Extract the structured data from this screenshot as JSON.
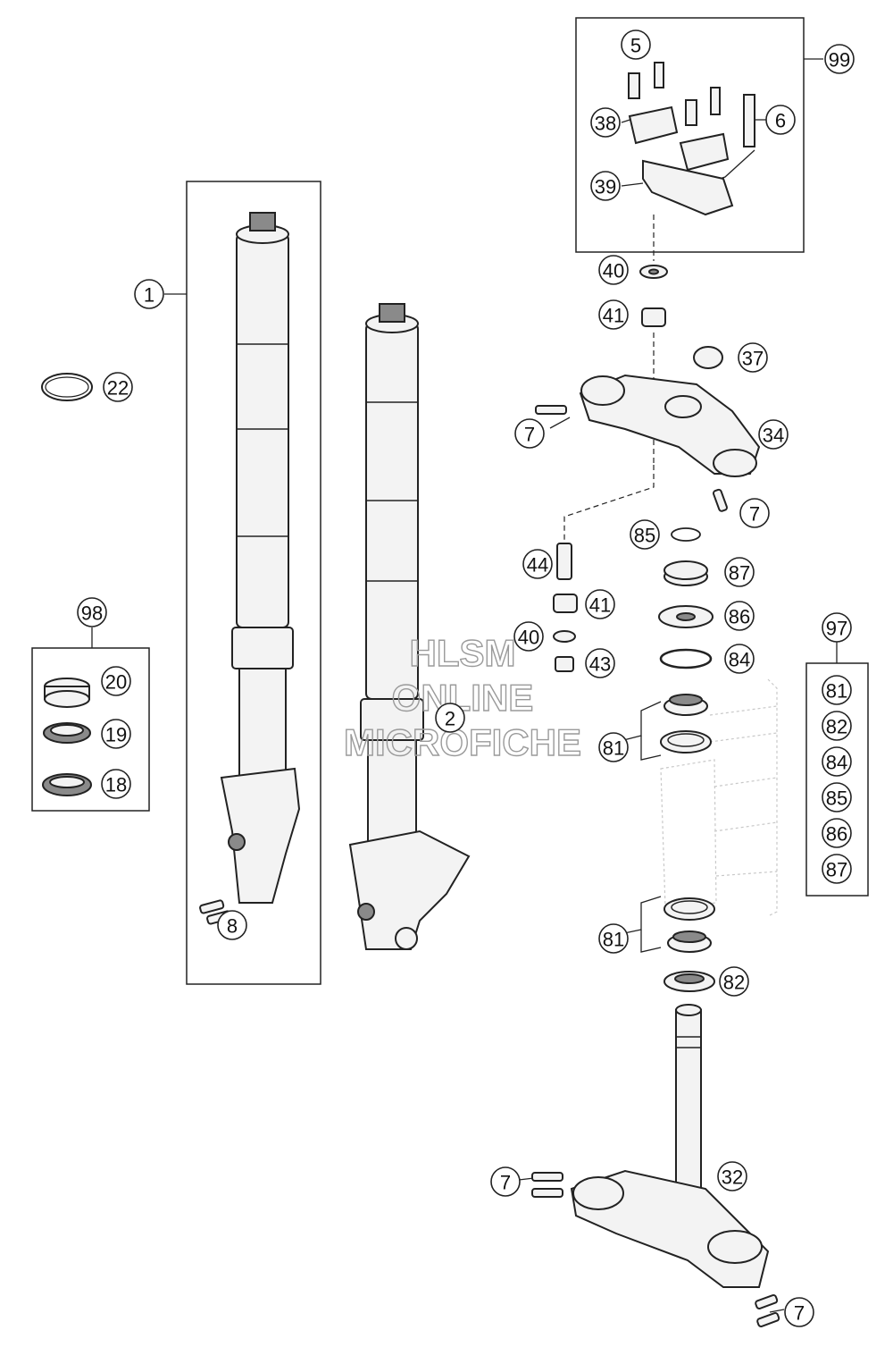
{
  "watermark": [
    "HLSM",
    "ONLINE",
    "MICROFICHE"
  ],
  "callouts": [
    {
      "id": "c-1",
      "label": "1"
    },
    {
      "id": "c-2",
      "label": "2"
    },
    {
      "id": "c-22",
      "label": "22"
    },
    {
      "id": "c-98",
      "label": "98"
    },
    {
      "id": "c-20",
      "label": "20"
    },
    {
      "id": "c-19",
      "label": "19"
    },
    {
      "id": "c-18",
      "label": "18"
    },
    {
      "id": "c-8",
      "label": "8"
    },
    {
      "id": "c-99",
      "label": "99"
    },
    {
      "id": "c-5",
      "label": "5"
    },
    {
      "id": "c-38",
      "label": "38"
    },
    {
      "id": "c-6",
      "label": "6"
    },
    {
      "id": "c-39",
      "label": "39"
    },
    {
      "id": "c-40a",
      "label": "40"
    },
    {
      "id": "c-41a",
      "label": "41"
    },
    {
      "id": "c-37",
      "label": "37"
    },
    {
      "id": "c-7a",
      "label": "7"
    },
    {
      "id": "c-34",
      "label": "34"
    },
    {
      "id": "c-7b",
      "label": "7"
    },
    {
      "id": "c-85",
      "label": "85"
    },
    {
      "id": "c-44",
      "label": "44"
    },
    {
      "id": "c-87",
      "label": "87"
    },
    {
      "id": "c-41b",
      "label": "41"
    },
    {
      "id": "c-86",
      "label": "86"
    },
    {
      "id": "c-40b",
      "label": "40"
    },
    {
      "id": "c-43",
      "label": "43"
    },
    {
      "id": "c-84",
      "label": "84"
    },
    {
      "id": "c-81a",
      "label": "81"
    },
    {
      "id": "c-81b",
      "label": "81"
    },
    {
      "id": "c-82",
      "label": "82"
    },
    {
      "id": "c-32",
      "label": "32"
    },
    {
      "id": "c-7c",
      "label": "7"
    },
    {
      "id": "c-7d",
      "label": "7"
    },
    {
      "id": "c-97",
      "label": "97"
    },
    {
      "id": "c-k81",
      "label": "81"
    },
    {
      "id": "c-k82",
      "label": "82"
    },
    {
      "id": "c-k84",
      "label": "84"
    },
    {
      "id": "c-k85",
      "label": "85"
    },
    {
      "id": "c-k86",
      "label": "86"
    },
    {
      "id": "c-k87",
      "label": "87"
    }
  ]
}
